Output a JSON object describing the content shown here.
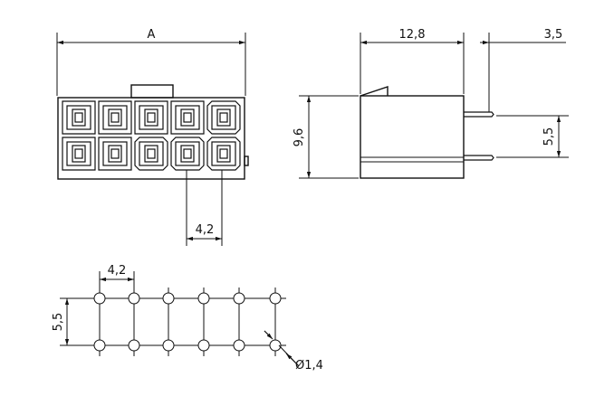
{
  "dimensions": {
    "width_label": "A",
    "depth": "12,8",
    "pin_length": "3,5",
    "height": "9,6",
    "row_pitch": "5,5",
    "pitch_front": "4,2",
    "pitch_pcb": "4,2",
    "row_pitch_pcb": "5,5",
    "hole_diameter": "Ø1,4"
  },
  "colors": {
    "line": "#111111",
    "background": "#ffffff"
  }
}
